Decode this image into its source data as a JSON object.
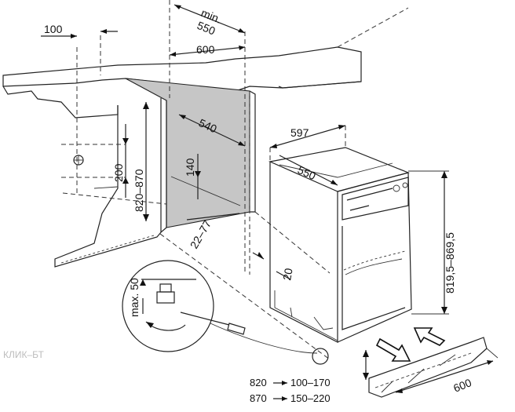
{
  "dimensions": {
    "min_label": "min.",
    "depth_min": "550",
    "side_clearance": "100",
    "niche_width": "600",
    "niche_depth": "540",
    "niche_height": "820–870",
    "vent_height": "200",
    "vent_offset": "140",
    "appliance_width": "597",
    "appliance_depth": "550",
    "appliance_height": "819,5–869,5",
    "plinth_setback": "22–77",
    "door_gap": "20",
    "adjust_max": "max. 50",
    "plinth_width": "600"
  },
  "plinth_table": [
    {
      "height": "820",
      "range": "100–170"
    },
    {
      "height": "870",
      "range": "150–220"
    }
  ],
  "watermark": "КЛИК–БТ",
  "colors": {
    "niche_fill": "#c6c6c6",
    "line": "#222222",
    "hatch": "#9a9a9a"
  }
}
